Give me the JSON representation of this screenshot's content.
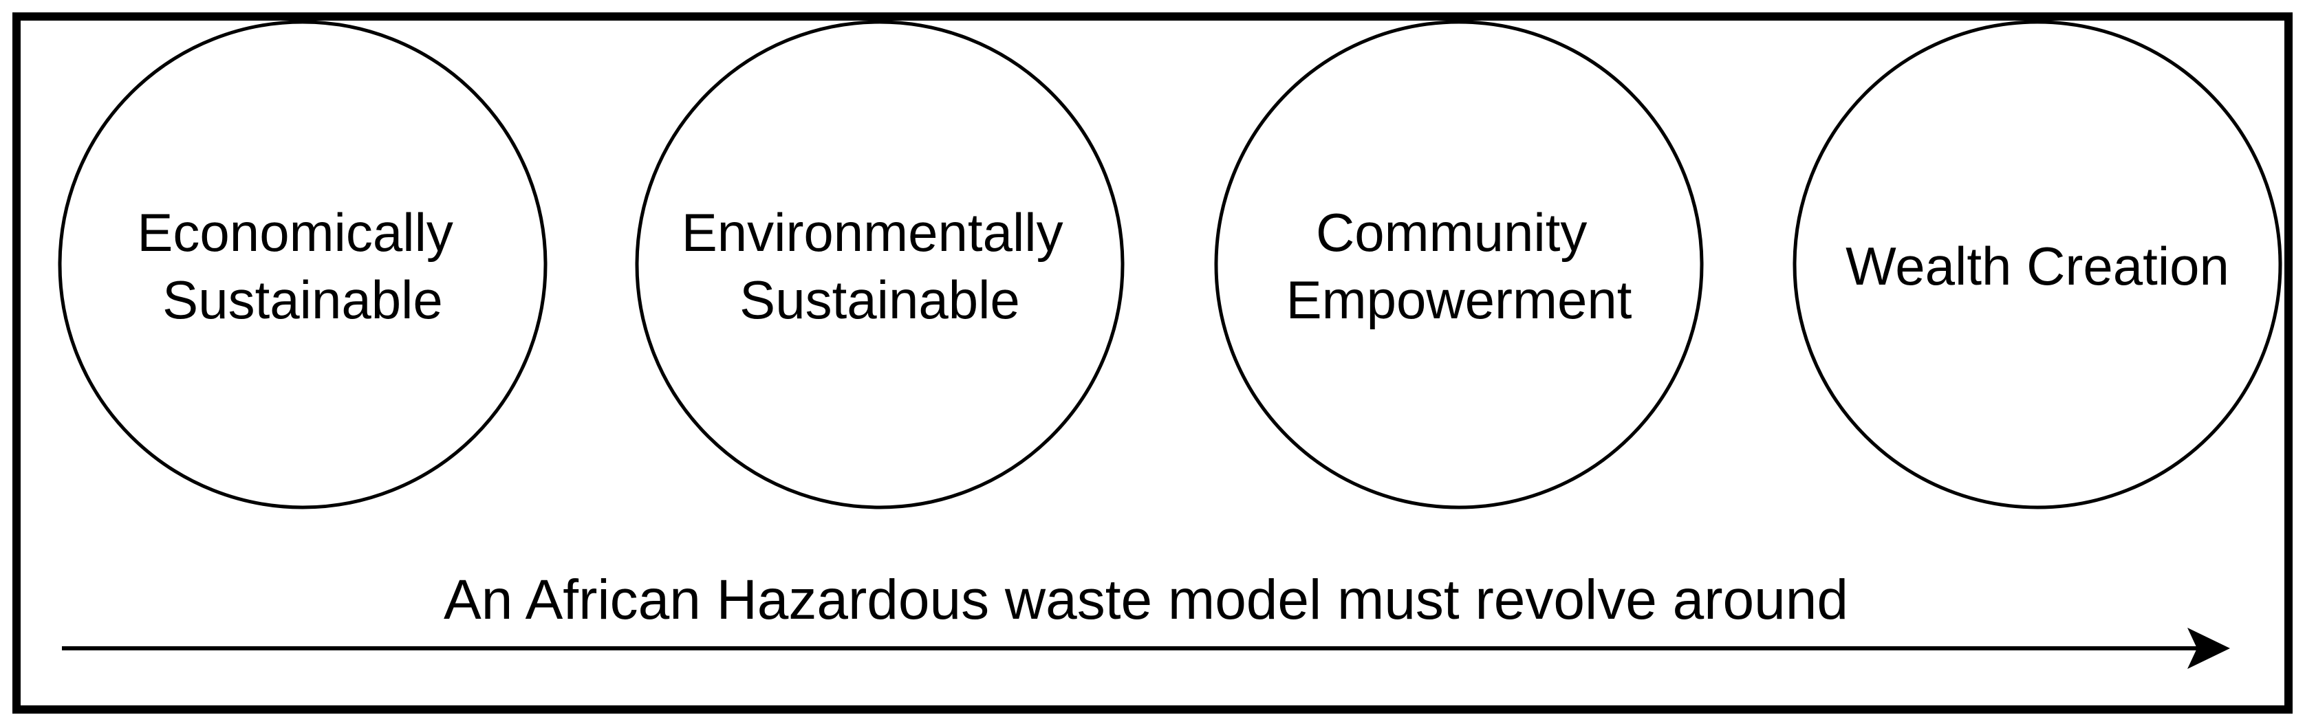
{
  "diagram": {
    "circles": [
      {
        "lines": [
          "Economically",
          "Sustainable"
        ]
      },
      {
        "lines": [
          "Environmentally",
          "Sustainable"
        ]
      },
      {
        "lines": [
          "Community",
          "Empowerment"
        ]
      },
      {
        "lines": [
          "Wealth Creation"
        ]
      }
    ],
    "caption": "An African Hazardous waste model must revolve around"
  },
  "colors": {
    "stroke": "#000000",
    "background": "#ffffff"
  }
}
